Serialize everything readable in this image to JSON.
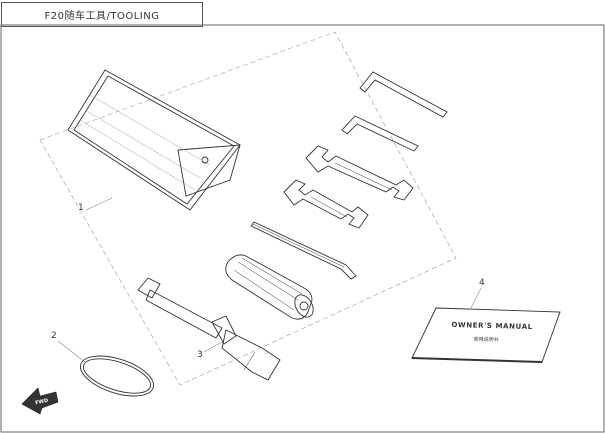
{
  "title": "F20随车工具/TOOLING",
  "callouts": {
    "tool_bag": "1",
    "o_ring": "2",
    "socket_wrench": "3",
    "owners_manual": "4"
  },
  "manual": {
    "title": "OWNER'S MANUAL",
    "subtitle": "使用说明书"
  },
  "direction_arrow_text": "FWD"
}
